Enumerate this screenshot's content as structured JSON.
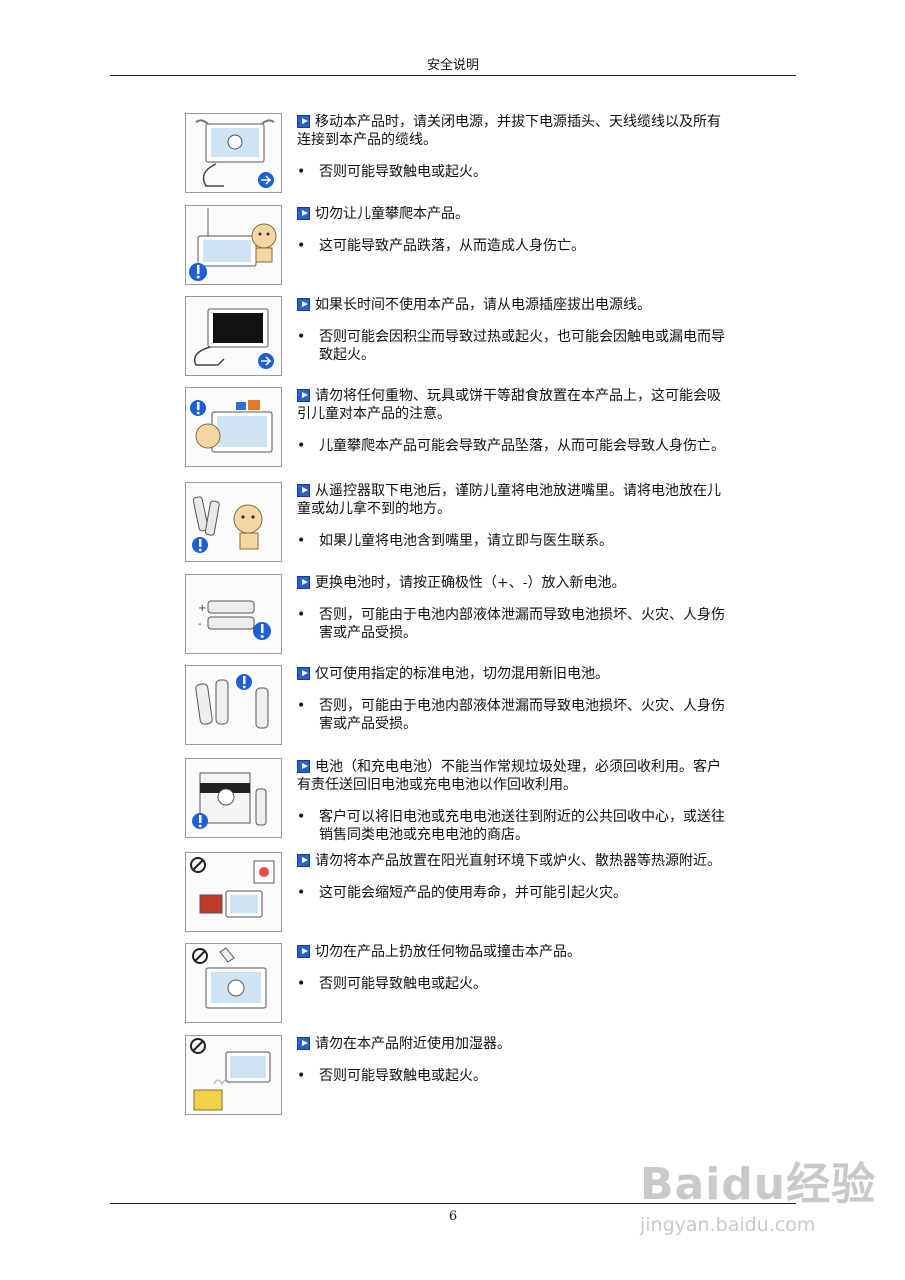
{
  "header": {
    "title": "安全说明"
  },
  "items": [
    {
      "warning": "移动本产品时，请关闭电源，并拔下电源插头、天线缆线以及所有连接到本产品的缆线。",
      "bullet": "否则可能导致触电或起火。"
    },
    {
      "warning": "切勿让儿童攀爬本产品。",
      "bullet": "这可能导致产品跌落，从而造成人身伤亡。"
    },
    {
      "warning": "如果长时间不使用本产品，请从电源插座拔出电源线。",
      "bullet": "否则可能会因积尘而导致过热或起火，也可能会因触电或漏电而导致起火。"
    },
    {
      "warning": "请勿将任何重物、玩具或饼干等甜食放置在本产品上，这可能会吸引儿童对本产品的注意。",
      "bullet": "儿童攀爬本产品可能会导致产品坠落，从而可能会导致人身伤亡。"
    },
    {
      "warning": "从遥控器取下电池后，谨防儿童将电池放进嘴里。请将电池放在儿童或幼儿拿不到的地方。",
      "bullet": "如果儿童将电池含到嘴里，请立即与医生联系。"
    },
    {
      "warning": "更换电池时，请按正确极性（+、-）放入新电池。",
      "bullet": "否则，可能由于电池内部液体泄漏而导致电池损坏、火灾、人身伤害或产品受损。"
    },
    {
      "warning": "仅可使用指定的标准电池，切勿混用新旧电池。",
      "bullet": "否则，可能由于电池内部液体泄漏而导致电池损坏、火灾、人身伤害或产品受损。"
    },
    {
      "warning": "电池（和充电电池）不能当作常规垃圾处理，必须回收利用。客户有责任送回旧电池或充电电池以作回收利用。",
      "bullet": "客户可以将旧电池或充电电池送往到附近的公共回收中心，或送往销售同类电池或充电电池的商店。"
    },
    {
      "warning": "请勿将本产品放置在阳光直射环境下或炉火、散热器等热源附近。",
      "bullet": "这可能会缩短产品的使用寿命，并可能引起火灾。"
    },
    {
      "warning": "切勿在产品上扔放任何物品或撞击本产品。",
      "bullet": "否则可能导致触电或起火。"
    },
    {
      "warning": "请勿在本产品附近使用加湿器。",
      "bullet": "否则可能导致触电或起火。"
    }
  ],
  "icons": {
    "item_images": [
      "monitor-unplug-icon",
      "child-climbing-icon",
      "power-cord-icon",
      "toys-on-monitor-icon",
      "battery-child-icon",
      "battery-polarity-icon",
      "mixed-batteries-icon",
      "battery-recycle-icon",
      "heat-source-icon",
      "impact-prohibited-icon",
      "humidifier-icon"
    ],
    "warning_marker": "blue-arrow-icon"
  },
  "polarity_labels": [
    "+",
    "-"
  ],
  "colors": {
    "marker_blue": "#2a61c9",
    "alert_blue": "#1e5fd6",
    "prohibit": "#222222",
    "watermark": "#c9c9c9"
  },
  "footer": {
    "page_number": "6"
  },
  "watermark": {
    "logo": "Baidu经验",
    "url": "jingyan.baidu.com"
  }
}
